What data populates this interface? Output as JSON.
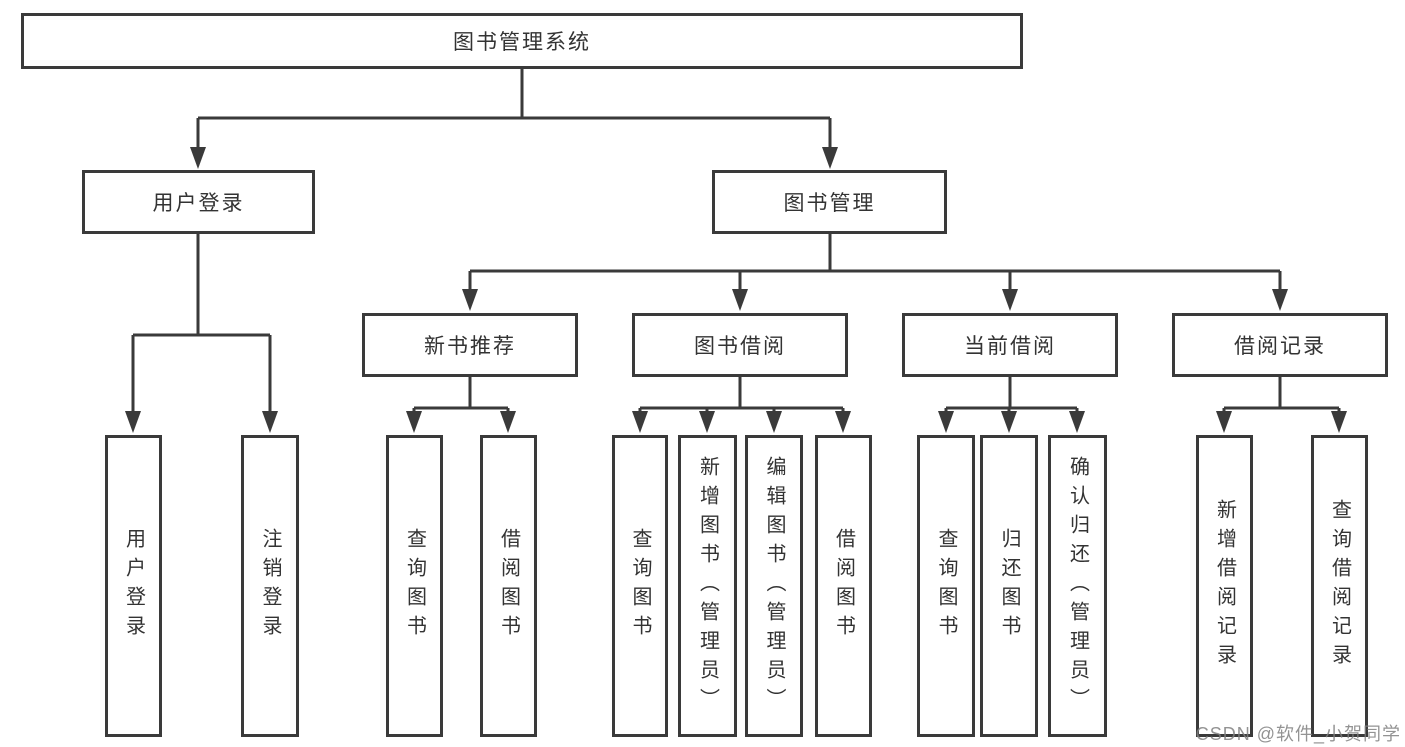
{
  "diagram": {
    "type": "functional-structure-tree",
    "root": {
      "label": "图书管理系统",
      "children": [
        {
          "label": "用户登录",
          "children": [
            {
              "label": "用户登录"
            },
            {
              "label": "注销登录"
            }
          ]
        },
        {
          "label": "图书管理",
          "children": [
            {
              "label": "新书推荐",
              "children": [
                {
                  "label": "查询图书"
                },
                {
                  "label": "借阅图书"
                }
              ]
            },
            {
              "label": "图书借阅",
              "children": [
                {
                  "label": "查询图书"
                },
                {
                  "label": "新增图书（管理员）"
                },
                {
                  "label": "编辑图书（管理员）"
                },
                {
                  "label": "借阅图书"
                }
              ]
            },
            {
              "label": "当前借阅",
              "children": [
                {
                  "label": "查询图书"
                },
                {
                  "label": "归还图书"
                },
                {
                  "label": "确认归还（管理员）"
                }
              ]
            },
            {
              "label": "借阅记录",
              "children": [
                {
                  "label": "新增借阅记录"
                },
                {
                  "label": "查询借阅记录"
                }
              ]
            }
          ]
        }
      ]
    },
    "colors": {
      "line": "#3a3a3a",
      "box_border": "#3a3a3a",
      "box_fill": "#ffffff",
      "text": "#333333",
      "watermark": "#808080"
    }
  },
  "watermark": {
    "text": "CSDN @软件_小贺同学"
  }
}
